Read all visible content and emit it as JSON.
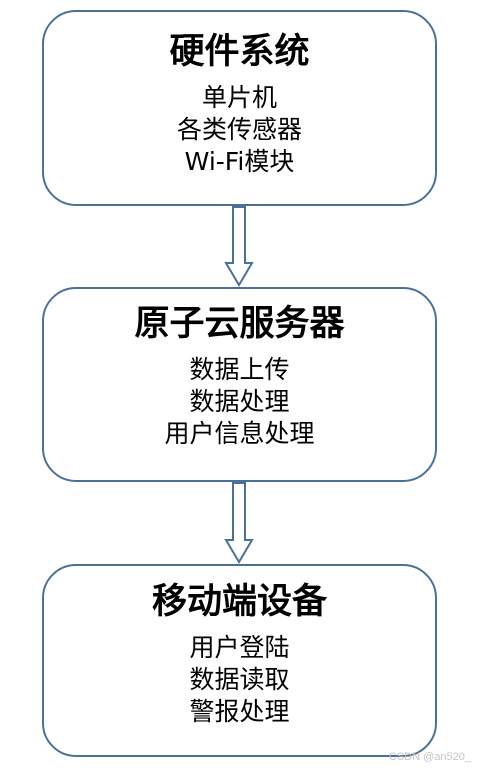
{
  "boxes": [
    {
      "title": "硬件系统",
      "lines": [
        "单片机",
        "各类传感器",
        "Wi-Fi模块"
      ]
    },
    {
      "title": "原子云服务器",
      "lines": [
        "数据上传",
        "数据处理",
        "用户信息处理"
      ]
    },
    {
      "title": "移动端设备",
      "lines": [
        "用户登陆",
        "数据读取",
        "警报处理"
      ]
    }
  ],
  "colors": {
    "border": "#4d7196",
    "arrow": "#4d7196"
  },
  "watermark": "CSDN @an520_"
}
